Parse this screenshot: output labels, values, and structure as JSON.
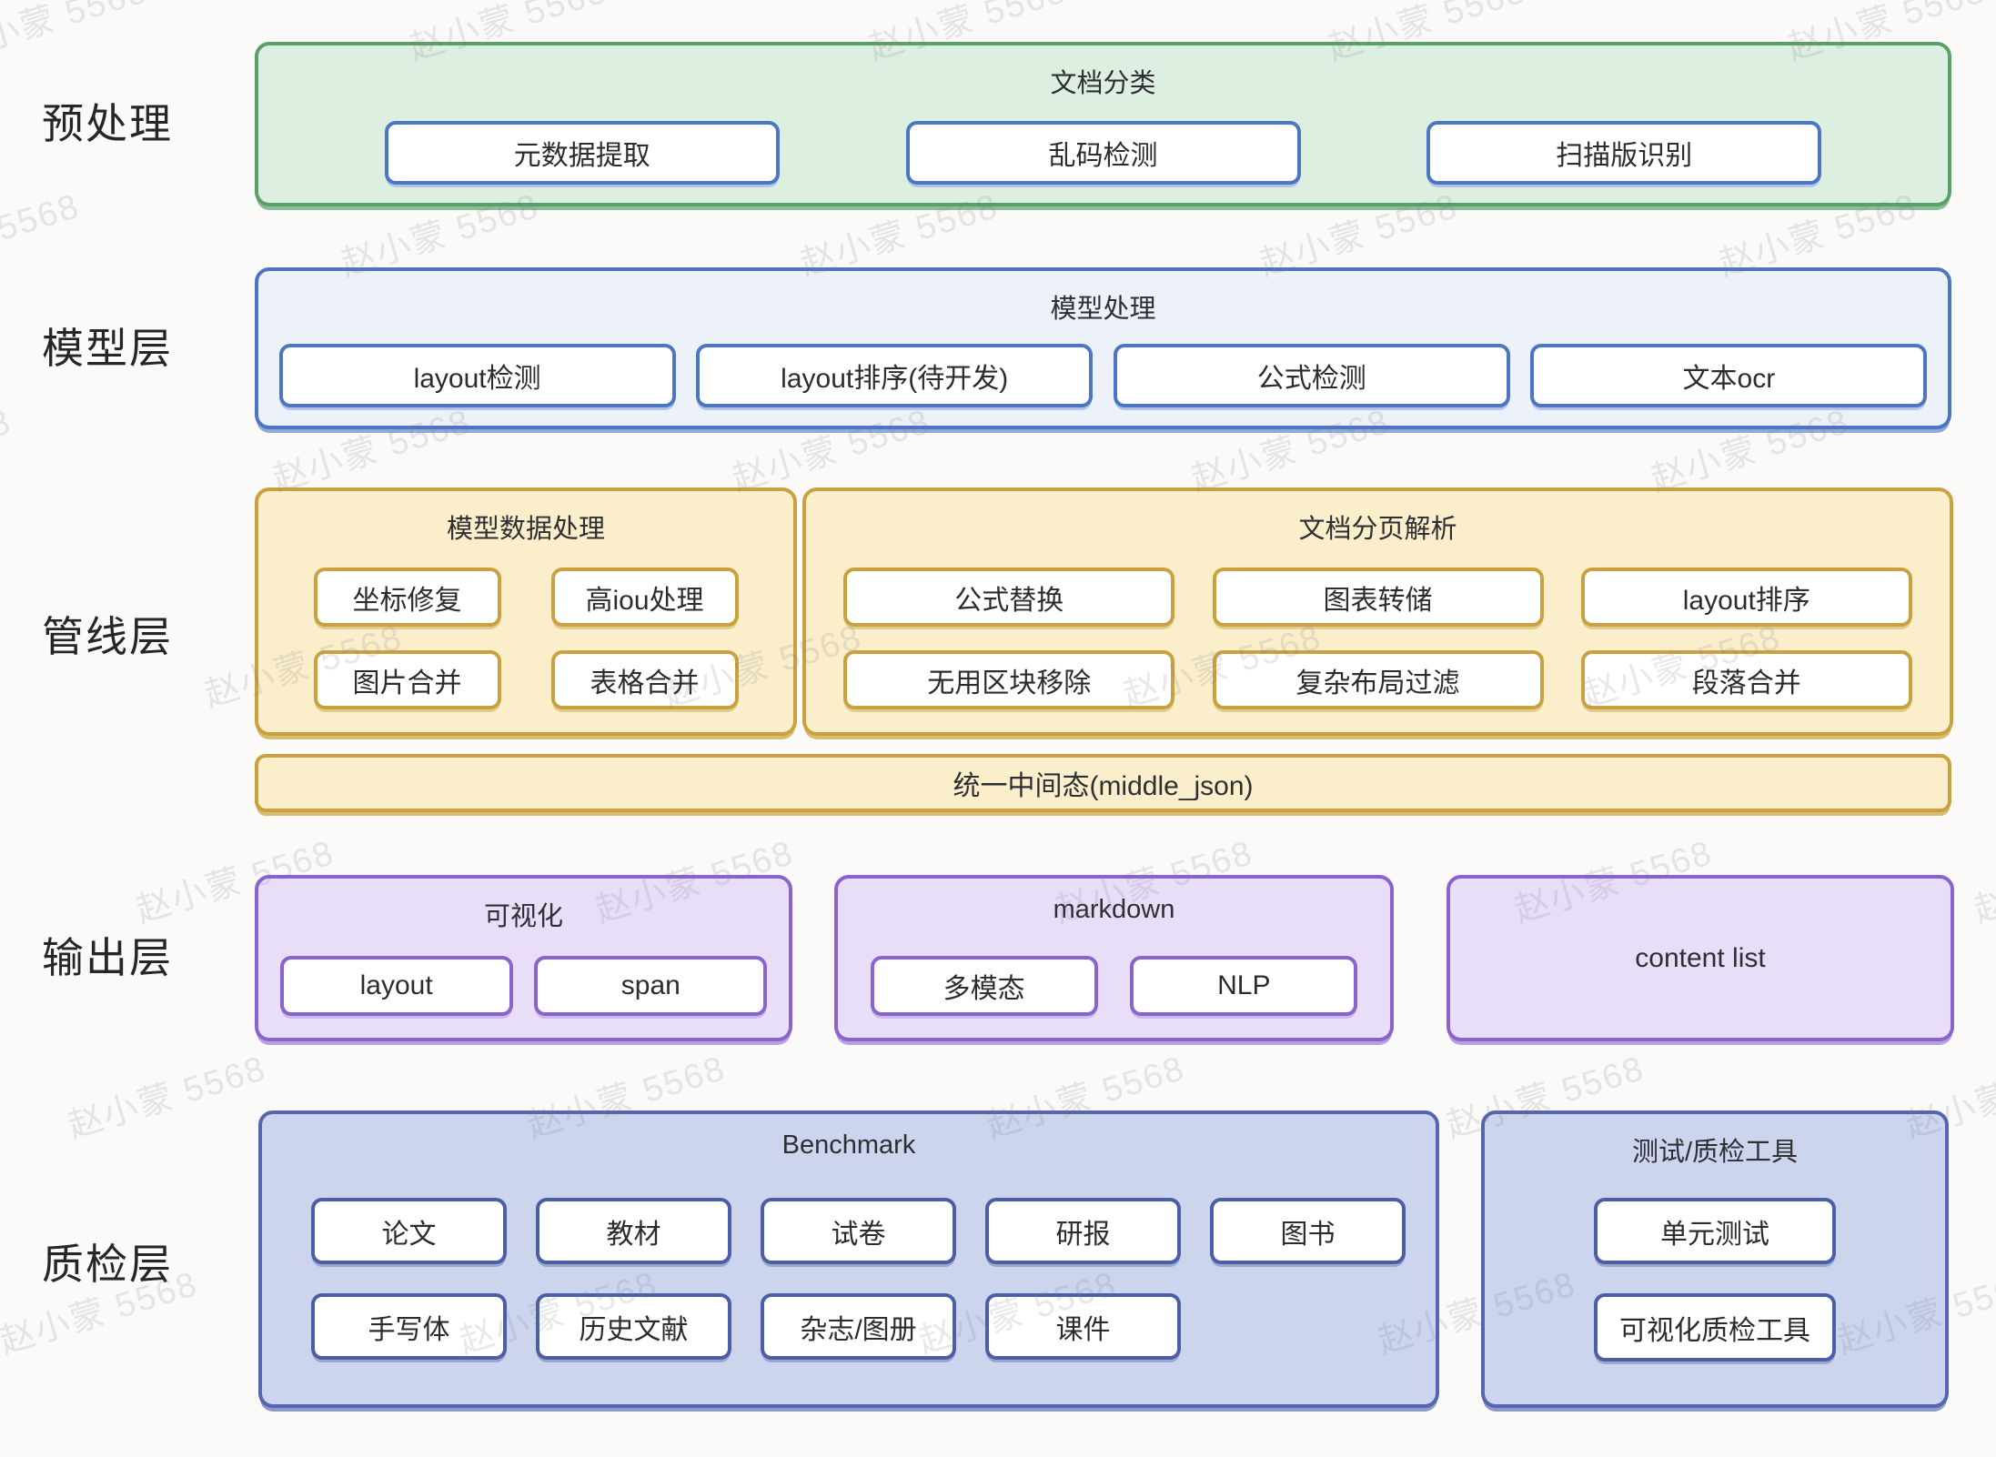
{
  "watermark": {
    "text": "赵小蒙 5568"
  },
  "side_labels": [
    "预处理",
    "模型层",
    "管线层",
    "输出层",
    "质检层"
  ],
  "preprocess": {
    "title": "文档分类",
    "buttons": [
      "元数据提取",
      "乱码检测",
      "扫描版识别"
    ]
  },
  "model": {
    "title": "模型处理",
    "buttons": [
      "layout检测",
      "layout排序(待开发)",
      "公式检测",
      "文本ocr"
    ]
  },
  "pipeline": {
    "model_data": {
      "title": "模型数据处理",
      "buttons": [
        "坐标修复",
        "高iou处理",
        "图片合并",
        "表格合并"
      ]
    },
    "page_parse": {
      "title": "文档分页解析",
      "buttons": [
        "公式替换",
        "图表转储",
        "layout排序",
        "无用区块移除",
        "复杂布局过滤",
        "段落合并"
      ]
    },
    "middle_bar": "统一中间态(middle_json)"
  },
  "output": {
    "visualization": {
      "title": "可视化",
      "buttons": [
        "layout",
        "span"
      ]
    },
    "markdown": {
      "title": "markdown",
      "buttons": [
        "多模态",
        "NLP"
      ]
    },
    "content_list": {
      "title": "content list"
    }
  },
  "qc": {
    "benchmark": {
      "title": "Benchmark",
      "row1": [
        "论文",
        "教材",
        "试卷",
        "研报",
        "图书"
      ],
      "row2": [
        "手写体",
        "历史文献",
        "杂志/图册",
        "课件"
      ]
    },
    "tools": {
      "title": "测试/质检工具",
      "buttons": [
        "单元测试",
        "可视化质检工具"
      ]
    }
  },
  "colors": {
    "background": "#fbfaf8",
    "green_border": "#58a168",
    "green_fill": "#ddefe1",
    "blue_border": "#4d76c2",
    "blue_fill": "#edf1fa",
    "yellow_border": "#c9a23f",
    "yellow_fill": "#fbeecb",
    "purple_border": "#8a63cf",
    "purple_fill": "#e8def8",
    "indigo_border": "#5566ae",
    "indigo_fill": "#ccd4ee",
    "text": "#2c2c30",
    "watermark": "rgba(120,120,138,0.17)"
  }
}
